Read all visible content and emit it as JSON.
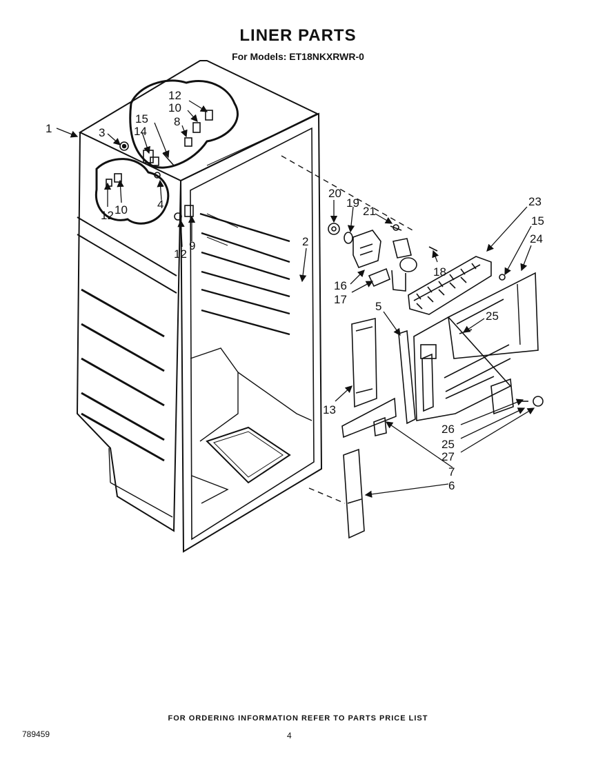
{
  "header": {
    "title": "LINER PARTS",
    "subtitle": "For Models: ET18NKXRWR-0"
  },
  "callouts": {
    "c1": "1",
    "c2": "2",
    "c3": "3",
    "c4": "4",
    "c5": "5",
    "c6": "6",
    "c7": "7",
    "c8": "8",
    "c9": "9",
    "c10a": "10",
    "c10b": "10",
    "c12a": "12",
    "c12b": "12",
    "c12c": "12",
    "c13": "13",
    "c14": "14",
    "c15a": "15",
    "c15b": "15",
    "c16": "16",
    "c17": "17",
    "c18": "18",
    "c19": "19",
    "c20": "20",
    "c21": "21",
    "c23": "23",
    "c24": "24",
    "c25a": "25",
    "c25b": "25",
    "c26": "26",
    "c27": "27"
  },
  "footer": {
    "note": "FOR ORDERING INFORMATION REFER TO PARTS PRICE LIST",
    "doc_number": "789459",
    "page_number": "4"
  }
}
